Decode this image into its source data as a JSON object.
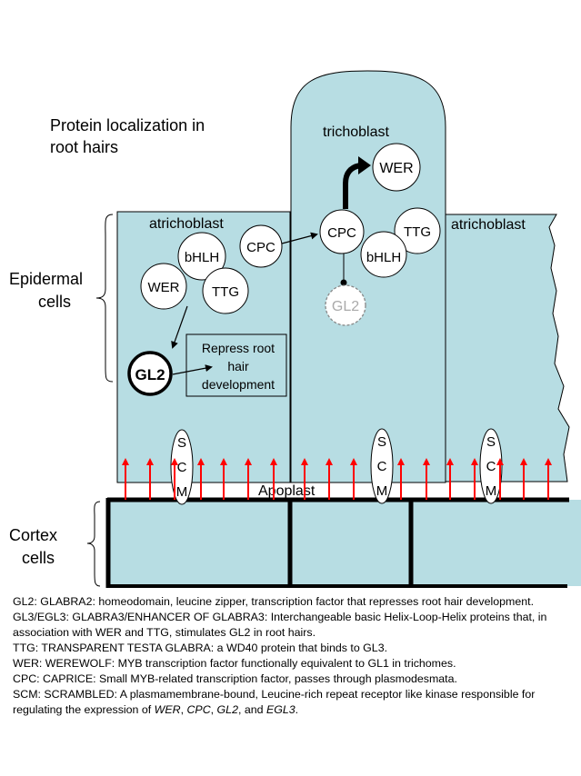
{
  "title_line1": "Protein localization in",
  "title_line2": "root hairs",
  "cells": {
    "trichoblast": "trichoblast",
    "atrichoblast_left": "atrichoblast",
    "atrichoblast_right": "atrichoblast"
  },
  "side_labels": {
    "epidermal_1": "Epidermal",
    "epidermal_2": "cells",
    "cortex_1": "Cortex",
    "cortex_2": "cells"
  },
  "proteins": {
    "wer": "WER",
    "bhlh": "bHLH",
    "cpc": "CPC",
    "ttg": "TTG",
    "gl2": "GL2"
  },
  "repress_box": [
    "Repress root",
    "hair",
    "development"
  ],
  "apoplast": "Apoplast",
  "scm_letters": [
    "S",
    "C",
    "M"
  ],
  "colors": {
    "cell_fill": "#b7dde3",
    "arrow_red": "#ff0000",
    "outline": "#000000"
  },
  "glossary": {
    "gl2": "GL2: GLABRA2: homeodomain, leucine zipper, transcription factor that represses root hair development.",
    "gl3": "GL3/EGL3: GLABRA3/ENHANCER OF GLABRA3: Interchangeable basic Helix-Loop-Helix proteins that, in association with WER and TTG, stimulates GL2 in root hairs.",
    "ttg": "TTG: TRANSPARENT TESTA GLABRA: a WD40 protein that binds to GL3.",
    "wer": "WER: WEREWOLF: MYB transcription factor functionally equivalent to GL1 in trichomes.",
    "cpc": "CPC: CAPRICE: Small MYB-related transcription factor, passes through plasmodesmata.",
    "scm_prefix": "SCM: SCRAMBLED: A plasmamembrane-bound, Leucine-rich repeat receptor like kinase responsible for regulating the expression of ",
    "scm_genes": [
      "WER",
      "CPC",
      "GL2",
      "EGL3"
    ],
    "scm_sep1": ", ",
    "scm_sep2": ", and ",
    "scm_end": "."
  }
}
